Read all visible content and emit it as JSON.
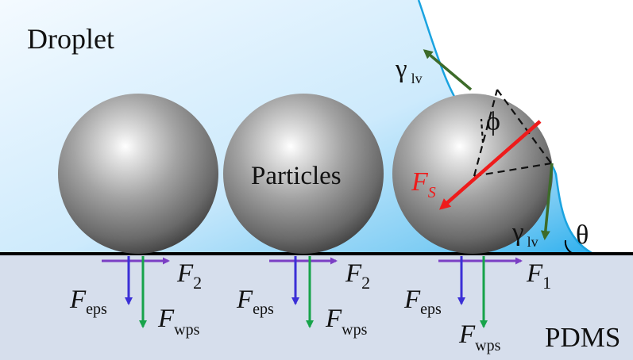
{
  "labels": {
    "droplet": "Droplet",
    "particles": "Particles",
    "substrate": "PDMS",
    "phi": "ϕ",
    "theta": "θ",
    "gamma": "γ",
    "gamma_sub": "lv",
    "F": "F",
    "fs_sub": "S",
    "f1_sub": "1",
    "f2_sub": "2",
    "eps_sub": "eps",
    "wps_sub": "wps"
  },
  "colors": {
    "droplet_light": "#f2f9ff",
    "droplet_mid": "#cfe9fb",
    "droplet_dark": "#3fb4ee",
    "droplet_edge": "#1aa3e0",
    "substrate": "#d6deec",
    "surface_line": "#000000",
    "arrow_purple": "#7b3fc4",
    "arrow_blue": "#3b2fd6",
    "arrow_green": "#17a34a",
    "arrow_dark_green": "#3d6b2a",
    "arrow_red": "#ee1b1b",
    "sphere_highlight": "#ffffff",
    "sphere_mid": "#9a9a9a",
    "sphere_dark": "#3d3d3d"
  }
}
